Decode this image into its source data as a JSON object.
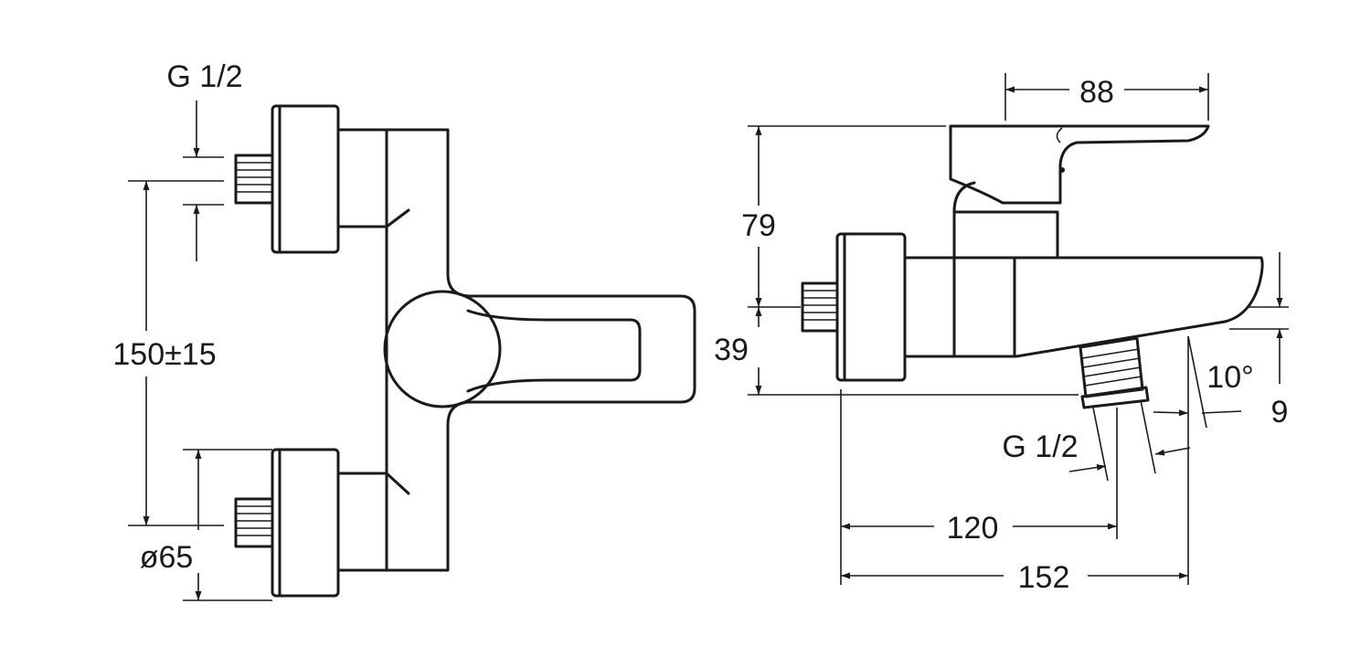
{
  "front_view": {
    "inlet_thread_label": "G 1/2",
    "center_distance_label": "150±15",
    "flange_diameter_label": "ø65"
  },
  "side_view": {
    "lever_length_label": "88",
    "height_top_label": "79",
    "height_bottom_label": "39",
    "spout_angle_label": "10°",
    "spout_drop_label": "9",
    "outlet_thread_label": "G 1/2",
    "outlet_projection_label": "120",
    "total_projection_label": "152"
  }
}
